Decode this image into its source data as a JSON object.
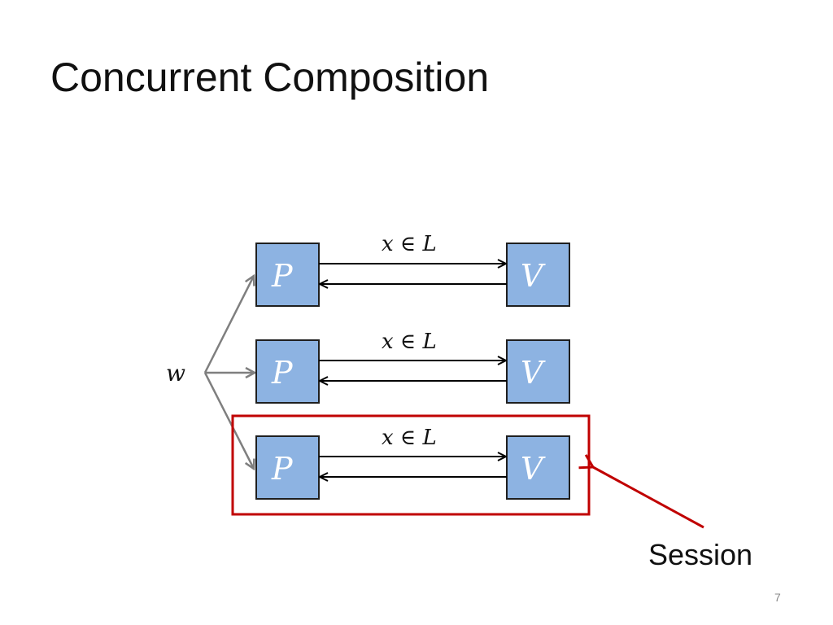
{
  "slide": {
    "title": "Concurrent Composition",
    "page_number": "7"
  },
  "diagram": {
    "witness_label": "w",
    "sessions": [
      {
        "prover_label": "P",
        "verifier_label": "V",
        "statement_label": "x ∈ L"
      },
      {
        "prover_label": "P",
        "verifier_label": "V",
        "statement_label": "x ∈ L"
      },
      {
        "prover_label": "P",
        "verifier_label": "V",
        "statement_label": "x ∈ L"
      }
    ],
    "highlight": {
      "label": "Session"
    }
  },
  "colors": {
    "box_fill": "#8db3e2",
    "box_stroke": "#1f1f1f",
    "arrow": "#000000",
    "witness_arrow": "#7f7f7f",
    "highlight": "#c00000"
  }
}
